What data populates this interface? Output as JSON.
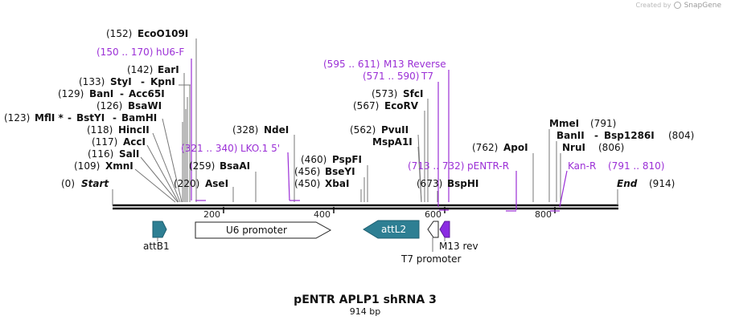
{
  "credit": {
    "prefix": "Created by",
    "brand": "SnapGene"
  },
  "title": "pENTR APLP1 shRNA 3",
  "subtitle": "914 bp",
  "total_length": 914,
  "ends": {
    "start": {
      "pos": "(0)",
      "name": "Start"
    },
    "end": {
      "pos": "(914)",
      "name": "End"
    }
  },
  "scale_ticks": [
    "200",
    "400",
    "600",
    "800"
  ],
  "sites": [
    {
      "pos": "(152)",
      "name": "EcoO109I"
    },
    {
      "pos": "(142)",
      "name": "EarI"
    },
    {
      "pos": "(133)",
      "name": "StyI",
      "extra": "KpnI"
    },
    {
      "pos": "(129)",
      "name": "BanI",
      "extra": "Acc65I"
    },
    {
      "pos": "(126)",
      "name": "BsaWI"
    },
    {
      "pos": "(123)",
      "name": "MflI *",
      "extra": "BstYI",
      "extra2": "BamHI"
    },
    {
      "pos": "(118)",
      "name": "HincII"
    },
    {
      "pos": "(117)",
      "name": "AccI"
    },
    {
      "pos": "(116)",
      "name": "SalI"
    },
    {
      "pos": "(109)",
      "name": "XmnI"
    },
    {
      "pos": "(259)",
      "name": "BsaAI"
    },
    {
      "pos": "(220)",
      "name": "AseI"
    },
    {
      "pos": "(328)",
      "name": "NdeI"
    },
    {
      "pos": "(460)",
      "name": "PspFI"
    },
    {
      "pos": "(456)",
      "name": "BseYI"
    },
    {
      "pos": "(450)",
      "name": "XbaI"
    },
    {
      "pos": "(573)",
      "name": "SfcI"
    },
    {
      "pos": "(567)",
      "name": "EcoRV"
    },
    {
      "pos": "(562)",
      "name": "PvuII"
    },
    {
      "pos": "",
      "name": "MspA1I"
    },
    {
      "pos": "(673)",
      "name": "BspHI"
    },
    {
      "pos": "(762)",
      "name": "ApoI"
    },
    {
      "pos": "(791)",
      "name": "MmeI"
    },
    {
      "pos": "(804)",
      "name": "BanII",
      "extra": "Bsp1286I"
    },
    {
      "pos": "(806)",
      "name": "NruI"
    }
  ],
  "primers": [
    {
      "range": "(150 .. 170)",
      "name": "hU6-F"
    },
    {
      "range": "(321 .. 340)",
      "name": "LKO.1 5'"
    },
    {
      "range": "(595 .. 611)",
      "name": "M13 Reverse"
    },
    {
      "range": "(571 .. 590)",
      "name": "T7"
    },
    {
      "range": "(713 .. 732)",
      "name": "pENTR-R"
    },
    {
      "range": "(791 .. 810)",
      "name": "Kan-R"
    }
  ],
  "features": [
    {
      "name": "attB1",
      "color": "#2e7f93"
    },
    {
      "name": "U6 promoter",
      "color": "#ffffff"
    },
    {
      "name": "attL2",
      "color": "#2e7f93"
    },
    {
      "name": "T7 promoter",
      "color": "#ffffff"
    },
    {
      "name": "M13 rev",
      "color": "#8a2be2"
    }
  ],
  "colors": {
    "primer": "#9b2fd6",
    "feature_teal": "#2e7f93",
    "backbone": "#111111"
  }
}
